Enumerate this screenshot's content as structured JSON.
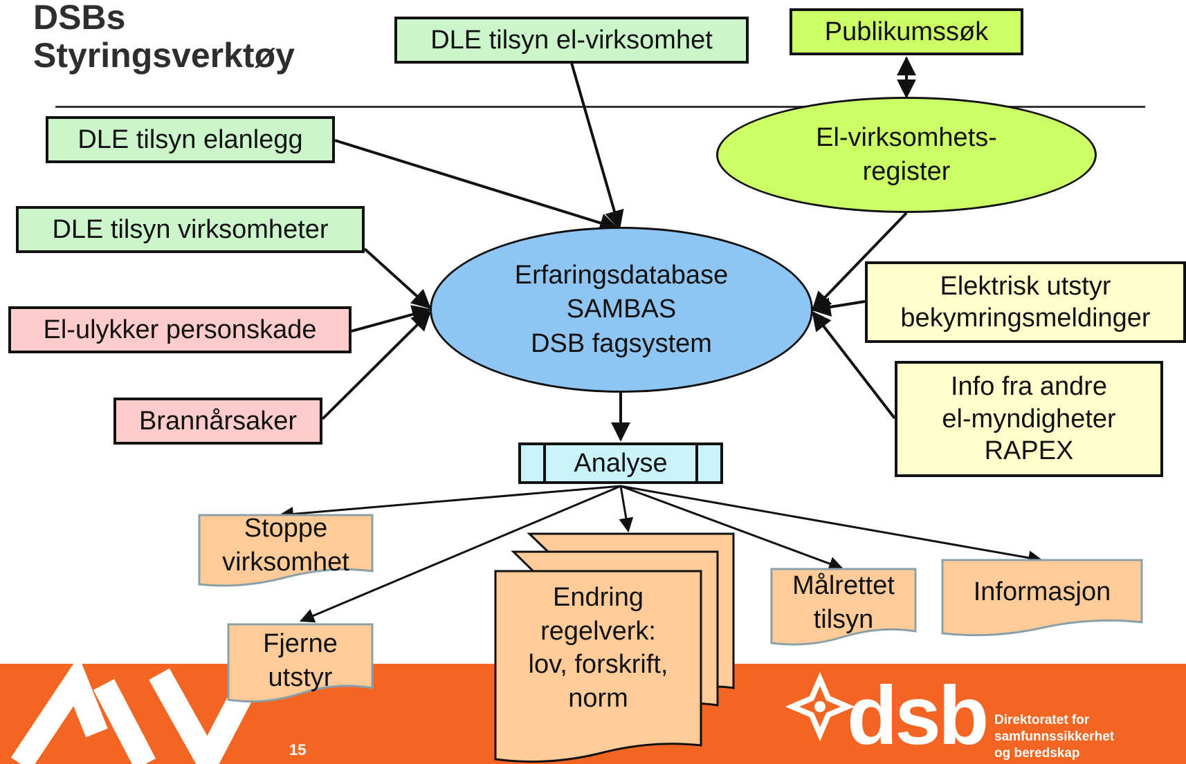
{
  "title": {
    "line1": "DSBs",
    "line2": "Styringsverktøy"
  },
  "nodes": {
    "dle_el_virksomhet": "DLE tilsyn el-virksomhet",
    "publikumssok": "Publikumssøk",
    "dle_elanlegg": "DLE tilsyn elanlegg",
    "el_register_1": "El-virksomhets-",
    "el_register_2": "register",
    "dle_virksomheter": "DLE tilsyn virksomheter",
    "el_ulykker": "El-ulykker personskade",
    "brannarsaker": "Brannårsaker",
    "sambas_1": "Erfaringsdatabase",
    "sambas_2": "SAMBAS",
    "sambas_3": "DSB fagsystem",
    "elektrisk_1": "Elektrisk utstyr",
    "elektrisk_2": "bekymringsmeldinger",
    "info_1": "Info fra andre",
    "info_2": "el-myndigheter",
    "info_3": "RAPEX",
    "analyse": "Analyse"
  },
  "outputs": {
    "stoppe_1": "Stoppe",
    "stoppe_2": "virksomhet",
    "fjerne_1": "Fjerne",
    "fjerne_2": "utstyr",
    "endring_1": "Endring",
    "endring_2": "regelverk:",
    "endring_3": "lov, forskrift,",
    "endring_4": "norm",
    "malrettet_1": "Målrettet",
    "malrettet_2": "tilsyn",
    "informasjon": "Informasjon"
  },
  "footer": {
    "page_number": "15",
    "logo_text": "dsb",
    "org_line1": "Direktoratet for",
    "org_line2": "samfunnssikkerhet",
    "org_line3": "og beredskap"
  },
  "colors": {
    "green_box": "#ccf5cc",
    "lime_box": "#ccff66",
    "pink_box": "#ffcccc",
    "yellow_box": "#ffffcc",
    "ellipse_blue": "#8ec5f2",
    "analyse_cyan": "#c8f3f8",
    "document_orange": "#ffcc99",
    "footer_orange": "#f26522"
  }
}
